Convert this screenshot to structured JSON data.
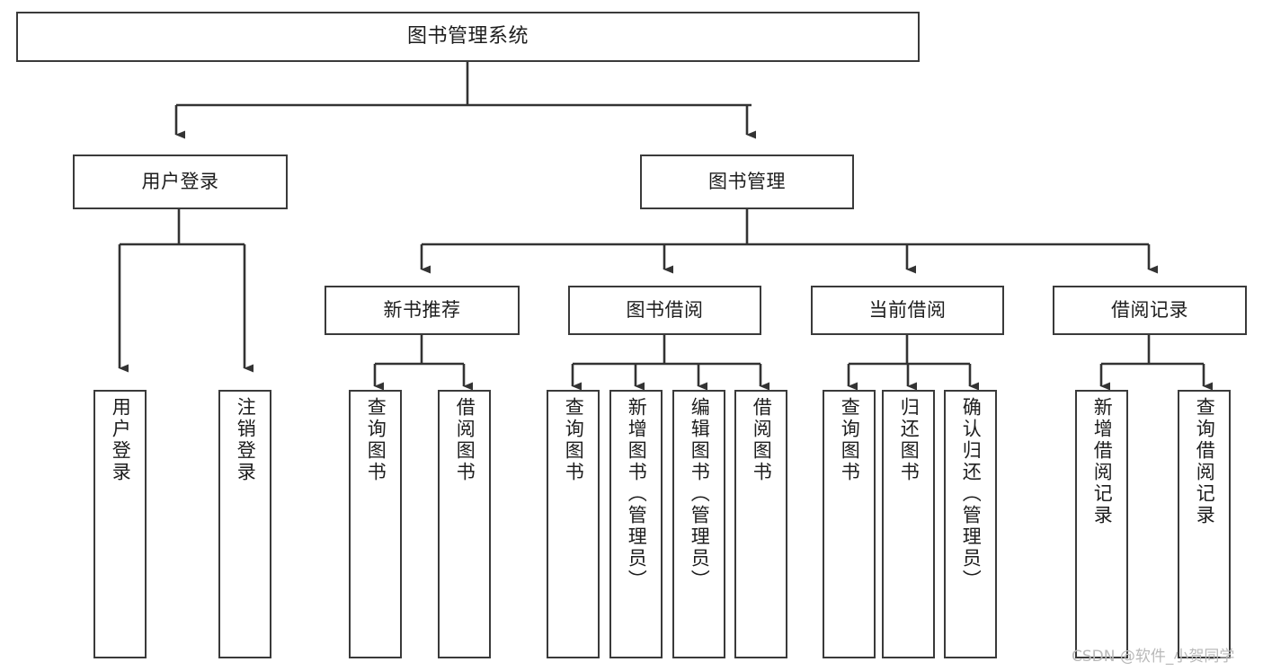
{
  "diagram": {
    "type": "tree-hierarchy",
    "title": "图书管理系统",
    "watermark": "CSDN @软件_小贺同学",
    "colors": {
      "box_border": "#3a3a3a",
      "box_fill": "#ffffff",
      "connector": "#333333",
      "text": "#1d1d1d",
      "watermark": "#b9b9b9",
      "background": "#ffffff"
    },
    "levels": {
      "root": "图书管理系统",
      "level2": [
        "用户登录",
        "图书管理"
      ],
      "level3": [
        "新书推荐",
        "图书借阅",
        "当前借阅",
        "借阅记录"
      ]
    },
    "nodes": {
      "root": {
        "label": "图书管理系统"
      },
      "user_login": {
        "label": "用户登录"
      },
      "book_manage": {
        "label": "图书管理"
      },
      "new_book_rec": {
        "label": "新书推荐"
      },
      "book_borrow": {
        "label": "图书借阅"
      },
      "current_borrow": {
        "label": "当前借阅"
      },
      "borrow_record": {
        "label": "借阅记录"
      },
      "leaf_1": {
        "label": "用户登录"
      },
      "leaf_2": {
        "label": "注销登录"
      },
      "leaf_3": {
        "label": "查询图书"
      },
      "leaf_4": {
        "label": "借阅图书"
      },
      "leaf_5": {
        "label": "查询图书"
      },
      "leaf_6": {
        "label": "新增图书（管理员）"
      },
      "leaf_7": {
        "label": "编辑图书（管理员）"
      },
      "leaf_8": {
        "label": "借阅图书"
      },
      "leaf_9": {
        "label": "查询图书"
      },
      "leaf_10": {
        "label": "归还图书"
      },
      "leaf_11": {
        "label": "确认归还（管理员）"
      },
      "leaf_12": {
        "label": "新增借阅记录"
      },
      "leaf_13": {
        "label": "查询借阅记录"
      }
    }
  }
}
